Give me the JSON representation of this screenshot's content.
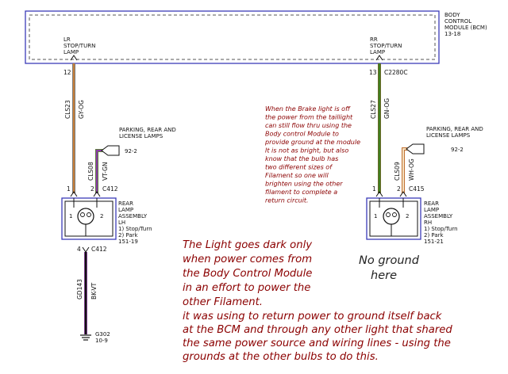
{
  "bcm": {
    "title_lines": [
      "BODY",
      "CONTROL",
      "MODULE (BCM)",
      "13-18"
    ],
    "left_output_lines": [
      "LR",
      "STOP/TURN",
      "LAMP"
    ],
    "right_output_lines": [
      "RR",
      "STOP/TURN",
      "LAMP"
    ]
  },
  "left_circuit": {
    "pin": "12",
    "circuit_code": "CLS23",
    "wire_color": "GY-OG",
    "park_feed_label_lines": [
      "PARKING, REAR AND",
      "LICENSE LAMPS"
    ],
    "park_feed_ref": "92-2",
    "park_circuit_code": "CLS08",
    "park_wire_color": "VT-GN",
    "connector_pin_1": "1",
    "connector_pin_2": "2",
    "connector": "C412",
    "lamp_label_lines": [
      "REAR",
      "LAMP",
      "ASSEMBLY",
      "LH",
      "1) Stop/Turn",
      "2) Park",
      "151-19"
    ],
    "bulb_pin_1": "1",
    "bulb_pin_2": "2",
    "ground_pin": "4",
    "ground_connector": "C412",
    "ground_circuit_code": "GD143",
    "ground_wire_color": "BK-VT",
    "ground_point_lines": [
      "G302",
      "10-9"
    ]
  },
  "right_circuit": {
    "pin": "13",
    "connector_top": "C2280C",
    "circuit_code": "CLS27",
    "wire_color": "GN-OG",
    "park_feed_label_lines": [
      "PARKING, REAR AND",
      "LICENSE LAMPS"
    ],
    "park_feed_ref": "92-2",
    "park_circuit_code": "CLS09",
    "park_wire_color": "WH-OG",
    "connector_pin_1": "1",
    "connector_pin_2": "2",
    "connector": "C415",
    "lamp_label_lines": [
      "REAR",
      "LAMP",
      "ASSEMBLY",
      "RH",
      "1) Stop/Turn",
      "2) Park",
      "151-21"
    ],
    "bulb_pin_1": "1",
    "bulb_pin_2": "2"
  },
  "annotations": {
    "middle_note_lines": [
      "When the Brake light is off",
      "the power from the taillight",
      "can still flow thru using the",
      "Body control Module to",
      "provide ground at the module",
      "It is not as bright, but also",
      "know that the bulb has",
      "two different sizes of",
      "Filament so one will",
      "brighten using the other",
      "filament to complete a",
      "return circuit."
    ],
    "no_ground_lines": [
      "No ground",
      "here"
    ],
    "bottom_note_lines": [
      "The Light goes dark only",
      "when power comes from",
      "the Body Control Module",
      "in an effort to power the",
      "other Filament.",
      "it was using to return power to ground itself back",
      "at the BCM and through any other light that shared",
      "the same power source and wiring lines - using the",
      "grounds at the other bulbs to do this."
    ]
  },
  "colors": {
    "module_border": "#3b3bb8",
    "gray_orange_wire": "#c8803a",
    "green_orange_wire": "#3f7f1f",
    "violet_green_wire": "#8a3aa8",
    "white_orange_wire": "#e0a060",
    "black_violet_wire": "#5a2a6a",
    "note_text": "#8b0000"
  }
}
